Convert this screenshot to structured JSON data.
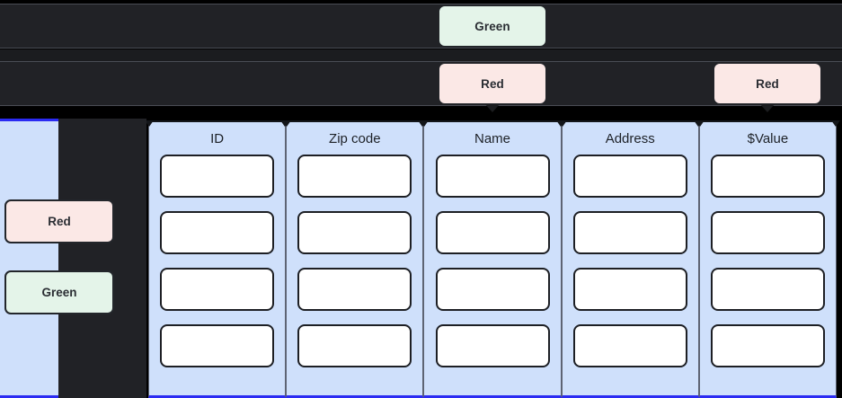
{
  "top_bands": {
    "row1": {
      "badge": {
        "label": "Green",
        "variant": "green",
        "color": "#e4f4e9"
      }
    },
    "row2": {
      "badge_left": {
        "label": "Red",
        "variant": "red",
        "color": "#fbe8e6"
      },
      "badge_right": {
        "label": "Red",
        "variant": "red",
        "color": "#fbe8e6"
      }
    },
    "band_color": "#212226"
  },
  "left_panel": {
    "background": "#cfe0fb",
    "border_color": "#2b2bf2",
    "boxes": [
      {
        "label": "Red",
        "variant": "red",
        "color": "#fbe8e6"
      },
      {
        "label": "Green",
        "variant": "green",
        "color": "#e4f4e9"
      }
    ]
  },
  "table": {
    "background": "#cfe0fb",
    "columns": [
      {
        "header": "ID",
        "cells": [
          "",
          "",
          "",
          ""
        ]
      },
      {
        "header": "Zip code",
        "cells": [
          "",
          "",
          "",
          ""
        ]
      },
      {
        "header": "Name",
        "cells": [
          "",
          "",
          "",
          ""
        ]
      },
      {
        "header": "Address",
        "cells": [
          "",
          "",
          "",
          ""
        ]
      },
      {
        "header": "$Value",
        "cells": [
          "",
          "",
          "",
          ""
        ]
      }
    ],
    "row_count": 4
  }
}
